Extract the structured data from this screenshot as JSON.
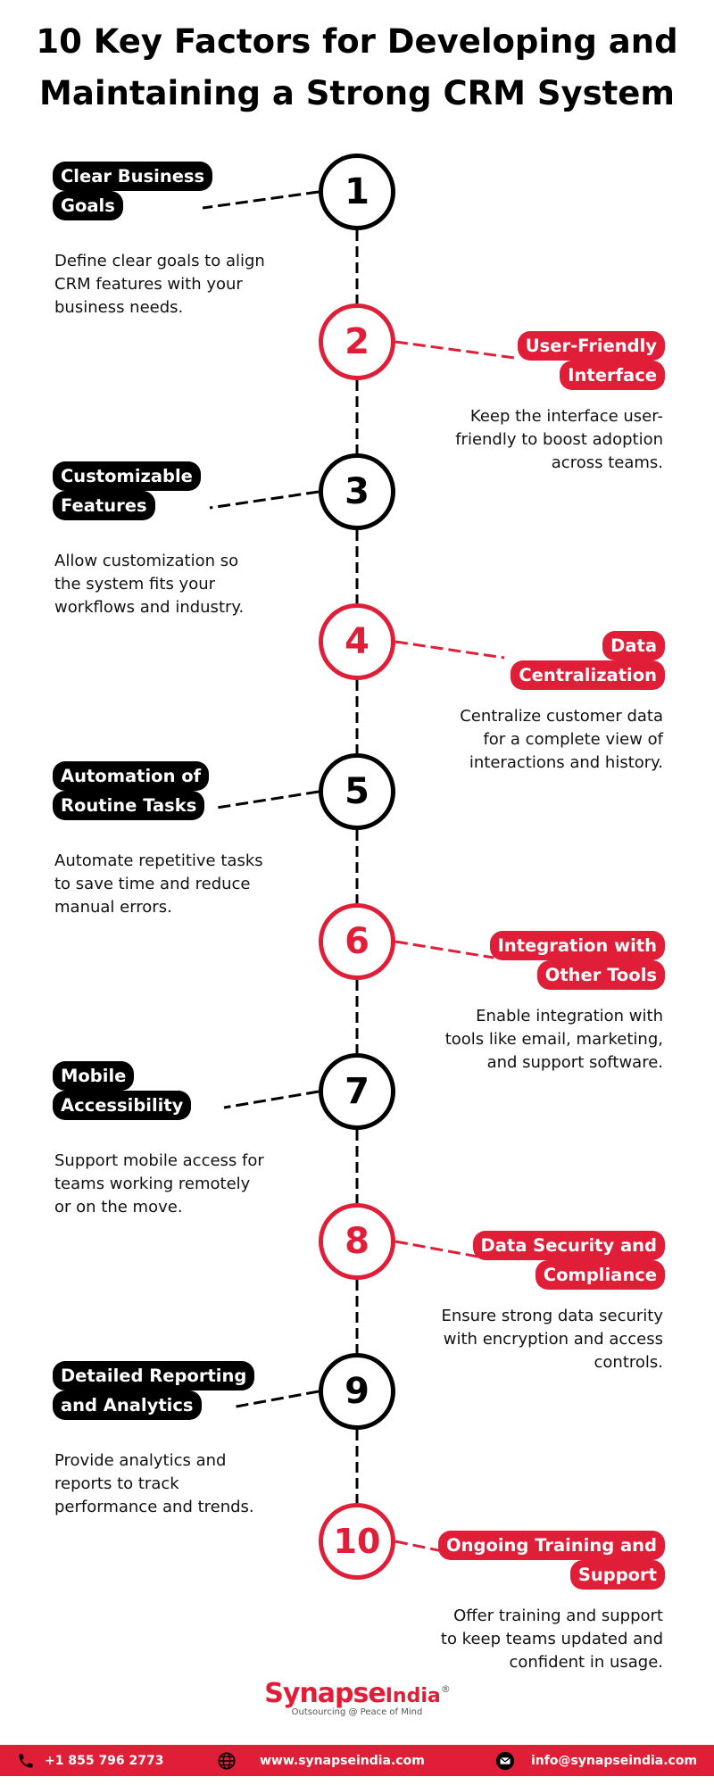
{
  "title": {
    "line1": "10 Key Factors for Developing and",
    "line2": "Maintaining a Strong CRM System"
  },
  "factors": [
    {
      "number": "1",
      "label_lines": [
        "Clear Business",
        "Goals"
      ],
      "description": "Define clear goals to align\nCRM features with your\nbusiness needs."
    },
    {
      "number": "2",
      "label_lines": [
        "User-Friendly",
        "Interface"
      ],
      "description": "Keep the interface user-\nfriendly to boost adoption\nacross teams."
    },
    {
      "number": "3",
      "label_lines": [
        "Customizable",
        "Features"
      ],
      "description": "Allow customization so\nthe system fits your\nworkflows and industry."
    },
    {
      "number": "4",
      "label_lines": [
        "Data",
        "Centralization"
      ],
      "description": "Centralize customer data\nfor a complete view of\ninteractions and history."
    },
    {
      "number": "5",
      "label_lines": [
        "Automation of",
        "Routine Tasks"
      ],
      "description": "Automate repetitive tasks\nto save time and reduce\nmanual errors."
    },
    {
      "number": "6",
      "label_lines": [
        "Integration with",
        "Other Tools"
      ],
      "description": "Enable integration with\ntools like email, marketing,\nand support software."
    },
    {
      "number": "7",
      "label_lines": [
        "Mobile",
        "Accessibility"
      ],
      "description": "Support mobile access for\nteams working remotely\nor on the move."
    },
    {
      "number": "8",
      "label_lines": [
        "Data Security and",
        "Compliance"
      ],
      "description": "Ensure strong data security\nwith encryption and access\ncontrols."
    },
    {
      "number": "9",
      "label_lines": [
        "Detailed Reporting",
        "and Analytics"
      ],
      "description": "Provide analytics and\nreports to track\nperformance and trends."
    },
    {
      "number": "10",
      "label_lines": [
        "Ongoing Training and",
        "Support"
      ],
      "description": "Offer training and support\nto keep teams updated and\nconfident in usage."
    }
  ],
  "brand": {
    "name_part1": "Synapse",
    "name_part2": "India",
    "registered": "®",
    "tagline": "Outsourcing @ Peace of Mind"
  },
  "footer": {
    "phone": "+1 855 796 2773",
    "website": "www.synapseindia.com",
    "email": "info@synapseindia.com",
    "icons": [
      "phone-icon",
      "globe-icon",
      "email-icon"
    ]
  },
  "colors": {
    "accent_red": "#e01e37",
    "dark": "#000000"
  }
}
